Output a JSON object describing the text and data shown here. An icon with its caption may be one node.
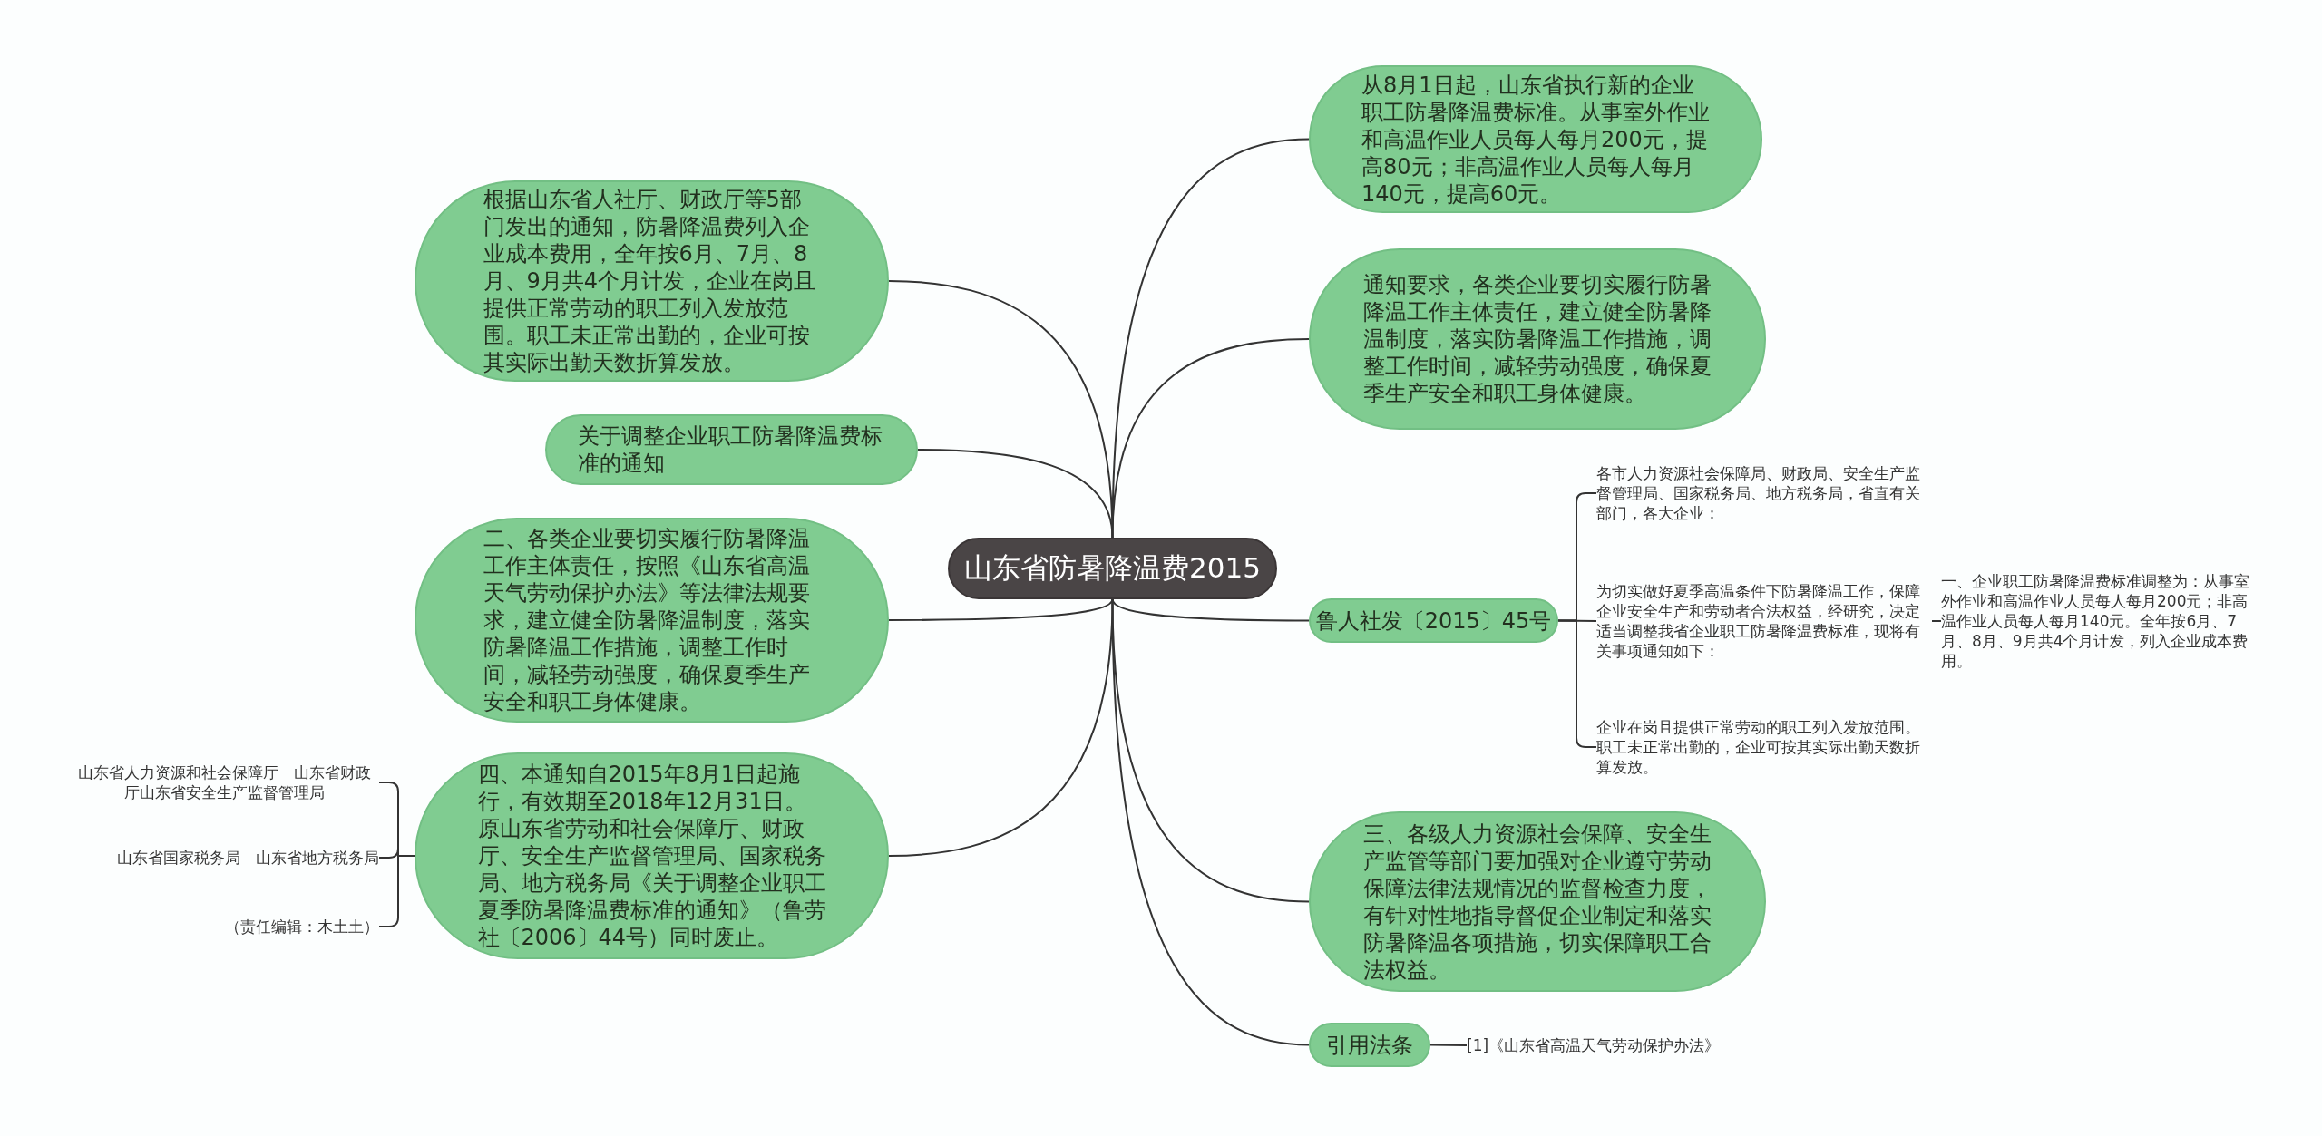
{
  "diagram": {
    "nodes": [
      {
        "text": [
          "山东省防暑降温费2015"
        ]
      },
      {
        "text": [
          "从8月1日起，山东省执行新的企业职工防暑降温费标准。从事室外作业和高温作业人员每人每月200元，提高80元；非高温作业人员每人每月140元，提高60元。"
        ]
      },
      {
        "text": [
          "通知要求，各类企业要切实履行防暑降温工作主体责任，建立健全防暑降温制度，落实防暑降温工作措施，调整工作时间，减轻劳动强度，确保夏季生产安全和职工身体健康。"
        ]
      },
      {
        "text": [
          "鲁人社发〔2015〕45号"
        ]
      },
      {
        "text": [
          "各市人力资源社会保障局、财政局、安全生产监督管理局、国家税务局、地方税务局，省直有关部门，各大企业："
        ]
      },
      {
        "text": [
          "为切实做好夏季高温条件下防暑降温工作，保障企业安全生产和劳动者合法权益，经研究，决定适当调整我省企业职工防暑降温费标准，现将有关事项通知如下："
        ]
      },
      {
        "text": [
          "一、企业职工防暑降温费标准调整为：从事室外作业和高温作业人员每人每月200元；非高温作业人员每人每月140元。全年按6月、7月、8月、9月共4个月计发，列入企业成本费用。"
        ]
      },
      {
        "text": [
          "企业在岗且提供正常劳动的职工列入发放范围。职工未正常出勤的，企业可按其实际出勤天数折算发放。"
        ]
      },
      {
        "text": [
          "三、各级人力资源社会保障、安全生产监管等部门要加强对企业遵守劳动保障法律法规情况的监督检查力度，有针对性地指导督促企业制定和落实防暑降温各项措施，切实保障职工合法权益。"
        ]
      },
      {
        "text": [
          "引用法条"
        ]
      },
      {
        "text": [
          "[1]《山东省高温天气劳动保护办法》"
        ]
      },
      {
        "text": [
          "根据山东省人社厅、财政厅等5部门发出的通知，防暑降温费列入企业成本费用，全年按6月、7月、8月、9月共4个月计发，企业在岗且提供正常劳动的职工列入发放范围。职工未正常出勤的，企业可按其实际出勤天数折算发放。"
        ]
      },
      {
        "text": [
          "关于调整企业职工防暑降温费标准的通知"
        ]
      },
      {
        "text": [
          "二、各类企业要切实履行防暑降温工作主体责任，按照《山东省高温天气劳动保护办法》等法律法规要求，建立健全防暑降温制度，落实防暑降温工作措施，调整工作时间，减轻劳动强度，确保夏季生产安全和职工身体健康。"
        ]
      },
      {
        "text": [
          "四、本通知自2015年8月1日起施行，有效期至2018年12月31日。原山东省劳动和社会保障厅、财政厅、安全生产监督管理局、国家税务局、地方税务局《关于调整企业职工夏季防暑降温费标准的通知》（鲁劳社〔2006〕44号）同时废止。"
        ]
      },
      {
        "text": [
          "山东省人力资源和社会保障厅　山东省财政厅山东省安全生产监督管理局"
        ]
      },
      {
        "text": [
          "山东省国家税务局　山东省地方税务局"
        ]
      },
      {
        "text": [
          "（责任编辑：木土土）"
        ]
      }
    ],
    "edges": [
      {
        "from": 0,
        "to": 1,
        "arrow": "none"
      },
      {
        "from": 0,
        "to": 2,
        "arrow": "none"
      },
      {
        "from": 0,
        "to": 3,
        "arrow": "none"
      },
      {
        "from": 3,
        "to": 4,
        "arrow": "none"
      },
      {
        "from": 3,
        "to": 5,
        "arrow": "none"
      },
      {
        "from": 5,
        "to": 6,
        "arrow": "none"
      },
      {
        "from": 3,
        "to": 7,
        "arrow": "none"
      },
      {
        "from": 0,
        "to": 8,
        "arrow": "none"
      },
      {
        "from": 0,
        "to": 9,
        "arrow": "none"
      },
      {
        "from": 9,
        "to": 10,
        "arrow": "none"
      },
      {
        "from": 0,
        "to": 11,
        "arrow": "none"
      },
      {
        "from": 0,
        "to": 12,
        "arrow": "none"
      },
      {
        "from": 0,
        "to": 13,
        "arrow": "none"
      },
      {
        "from": 0,
        "to": 14,
        "arrow": "none"
      },
      {
        "from": 14,
        "to": 15,
        "arrow": "none"
      },
      {
        "from": 14,
        "to": 16,
        "arrow": "none"
      },
      {
        "from": 14,
        "to": 17,
        "arrow": "none"
      }
    ]
  }
}
